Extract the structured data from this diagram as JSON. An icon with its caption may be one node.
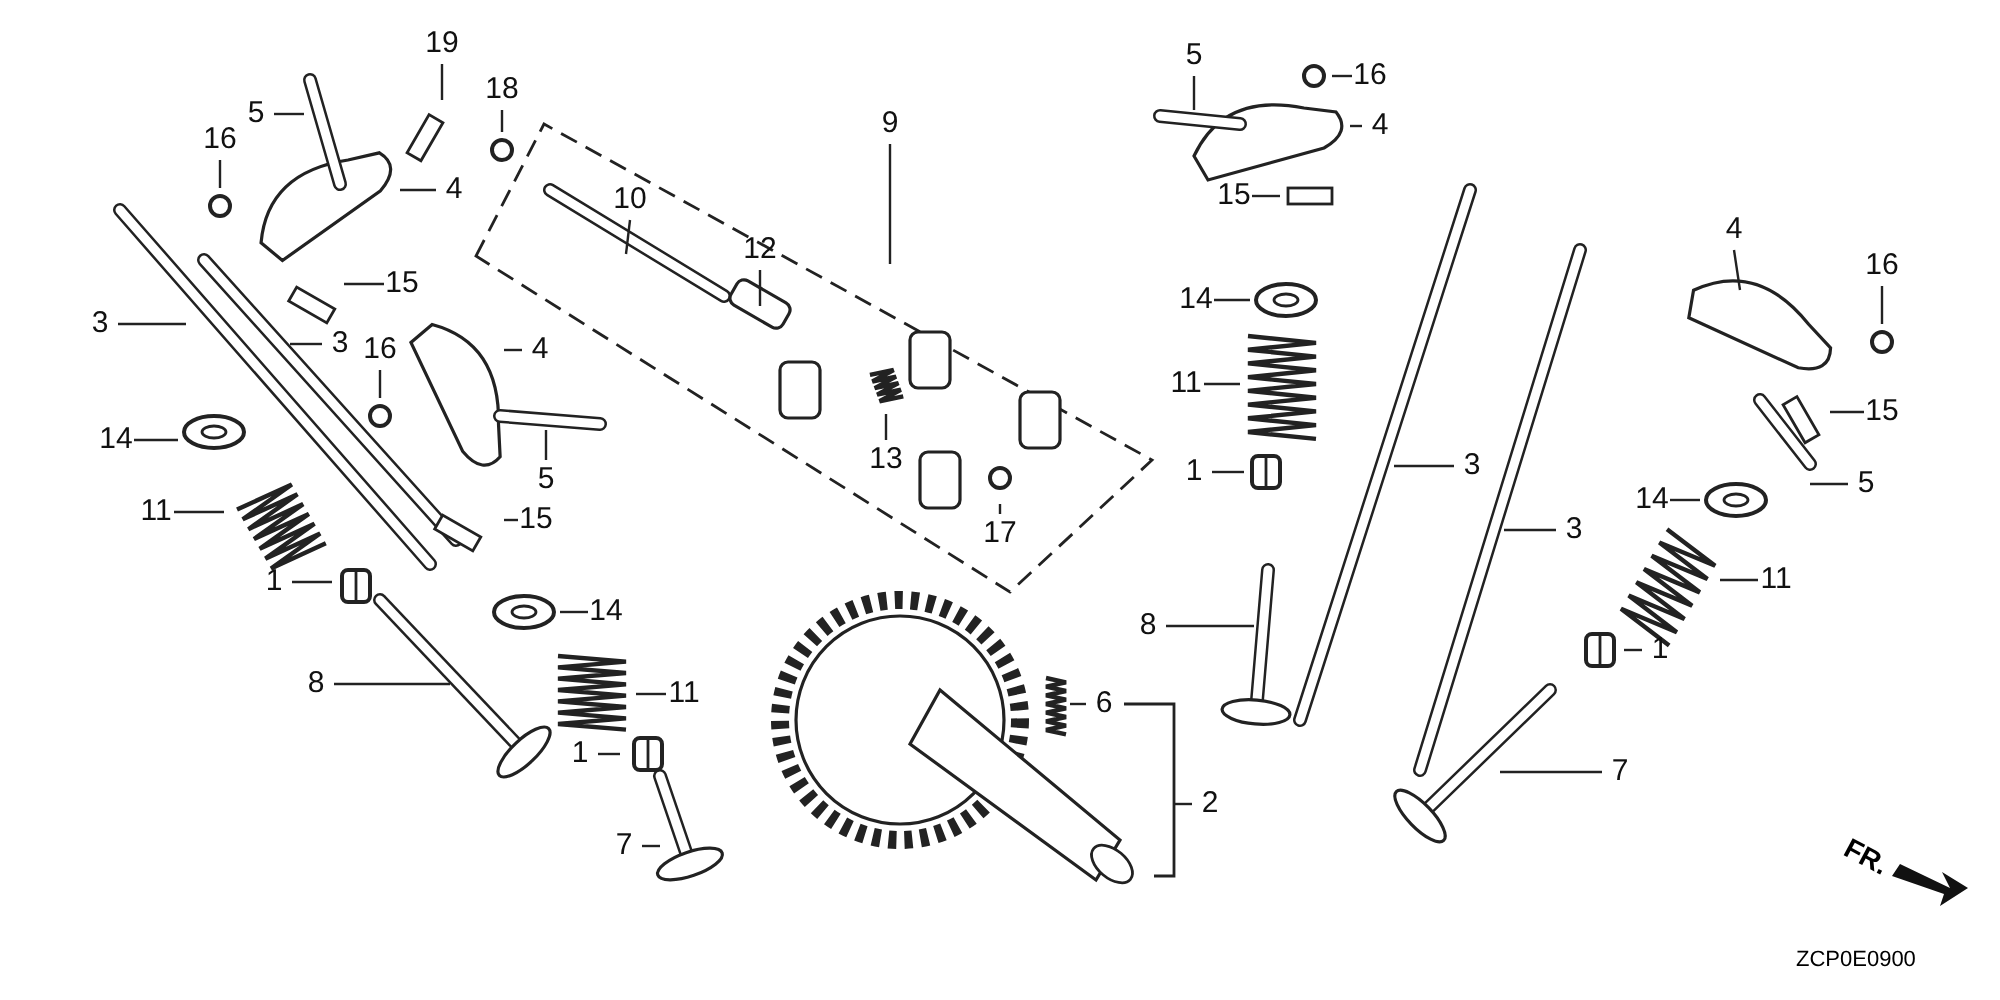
{
  "diagram": {
    "nodes": [
      {
        "text": [
          "19"
        ]
      },
      {
        "text": [
          "18"
        ]
      },
      {
        "text": [
          "5"
        ]
      },
      {
        "text": [
          "16"
        ]
      },
      {
        "text": [
          "4"
        ]
      },
      {
        "text": [
          "10"
        ]
      },
      {
        "text": [
          "9"
        ]
      },
      {
        "text": [
          "12"
        ]
      },
      {
        "text": [
          "15"
        ]
      },
      {
        "text": [
          "3"
        ]
      },
      {
        "text": [
          "3"
        ]
      },
      {
        "text": [
          "16"
        ]
      },
      {
        "text": [
          "4"
        ]
      },
      {
        "text": [
          "5"
        ]
      },
      {
        "text": [
          "14"
        ]
      },
      {
        "text": [
          "11"
        ]
      },
      {
        "text": [
          "15"
        ]
      },
      {
        "text": [
          "13"
        ]
      },
      {
        "text": [
          "17"
        ]
      },
      {
        "text": [
          "1"
        ]
      },
      {
        "text": [
          "14"
        ]
      },
      {
        "text": [
          "8"
        ]
      },
      {
        "text": [
          "11"
        ]
      },
      {
        "text": [
          "1"
        ]
      },
      {
        "text": [
          "7"
        ]
      },
      {
        "text": [
          "6"
        ]
      },
      {
        "text": [
          "2"
        ]
      },
      {
        "text": [
          "5"
        ]
      },
      {
        "text": [
          "16"
        ]
      },
      {
        "text": [
          "4"
        ]
      },
      {
        "text": [
          "15"
        ]
      },
      {
        "text": [
          "14"
        ]
      },
      {
        "text": [
          "11"
        ]
      },
      {
        "text": [
          "1"
        ]
      },
      {
        "text": [
          "3"
        ]
      },
      {
        "text": [
          "8"
        ]
      },
      {
        "text": [
          "3"
        ]
      },
      {
        "text": [
          "4"
        ]
      },
      {
        "text": [
          "16"
        ]
      },
      {
        "text": [
          "15"
        ]
      },
      {
        "text": [
          "5"
        ]
      },
      {
        "text": [
          "14"
        ]
      },
      {
        "text": [
          "11"
        ]
      },
      {
        "text": [
          "1"
        ]
      },
      {
        "text": [
          "7"
        ]
      }
    ],
    "edges": [
      {
        "from": 0,
        "to": null,
        "arrow": "none"
      },
      {
        "from": 1,
        "to": null,
        "arrow": "none"
      },
      {
        "from": 2,
        "to": null,
        "arrow": "none"
      },
      {
        "from": 3,
        "to": null,
        "arrow": "none"
      },
      {
        "from": 4,
        "to": null,
        "arrow": "none"
      },
      {
        "from": 5,
        "to": null,
        "arrow": "none"
      },
      {
        "from": 6,
        "to": null,
        "arrow": "none"
      },
      {
        "from": 7,
        "to": null,
        "arrow": "none"
      },
      {
        "from": 8,
        "to": null,
        "arrow": "none"
      },
      {
        "from": 9,
        "to": null,
        "arrow": "none"
      },
      {
        "from": 10,
        "to": null,
        "arrow": "none"
      },
      {
        "from": 11,
        "to": null,
        "arrow": "none"
      },
      {
        "from": 12,
        "to": null,
        "arrow": "none"
      },
      {
        "from": 13,
        "to": null,
        "arrow": "none"
      },
      {
        "from": 14,
        "to": null,
        "arrow": "none"
      },
      {
        "from": 15,
        "to": null,
        "arrow": "none"
      },
      {
        "from": 16,
        "to": null,
        "arrow": "none"
      },
      {
        "from": 17,
        "to": null,
        "arrow": "none"
      },
      {
        "from": 18,
        "to": null,
        "arrow": "none"
      },
      {
        "from": 19,
        "to": null,
        "arrow": "none"
      },
      {
        "from": 20,
        "to": null,
        "arrow": "none"
      },
      {
        "from": 21,
        "to": null,
        "arrow": "none"
      },
      {
        "from": 22,
        "to": null,
        "arrow": "none"
      },
      {
        "from": 23,
        "to": null,
        "arrow": "none"
      },
      {
        "from": 24,
        "to": null,
        "arrow": "none"
      },
      {
        "from": 25,
        "to": null,
        "arrow": "none"
      },
      {
        "from": 26,
        "to": null,
        "arrow": "none"
      },
      {
        "from": 27,
        "to": null,
        "arrow": "none"
      },
      {
        "from": 28,
        "to": null,
        "arrow": "none"
      },
      {
        "from": 29,
        "to": null,
        "arrow": "none"
      },
      {
        "from": 30,
        "to": null,
        "arrow": "none"
      },
      {
        "from": 31,
        "to": null,
        "arrow": "none"
      },
      {
        "from": 32,
        "to": null,
        "arrow": "none"
      },
      {
        "from": 33,
        "to": null,
        "arrow": "none"
      },
      {
        "from": 34,
        "to": null,
        "arrow": "none"
      },
      {
        "from": 35,
        "to": null,
        "arrow": "none"
      },
      {
        "from": 36,
        "to": null,
        "arrow": "none"
      },
      {
        "from": 37,
        "to": null,
        "arrow": "none"
      },
      {
        "from": 38,
        "to": null,
        "arrow": "none"
      },
      {
        "from": 39,
        "to": null,
        "arrow": "none"
      },
      {
        "from": 40,
        "to": null,
        "arrow": "none"
      },
      {
        "from": 41,
        "to": null,
        "arrow": "none"
      },
      {
        "from": 42,
        "to": null,
        "arrow": "none"
      },
      {
        "from": 43,
        "to": null,
        "arrow": "none"
      },
      {
        "from": 44,
        "to": null,
        "arrow": "none"
      }
    ],
    "labels": [
      "FR.",
      "ZCP0E0900"
    ]
  }
}
